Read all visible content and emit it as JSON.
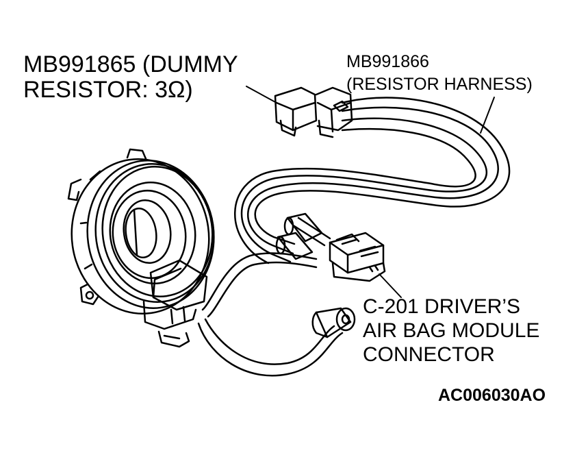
{
  "labels": {
    "dummy_resistor": {
      "line1": "MB991865 (DUMMY",
      "line2": "RESISTOR: 3Ω)"
    },
    "resistor_harness": {
      "line1": "MB991866",
      "line2": "(RESISTOR HARNESS)"
    },
    "connector": {
      "line1": "C-201 DRIVER’S",
      "line2": "AIR BAG MODULE",
      "line3": "CONNECTOR"
    },
    "figure_code": "AC006030AO"
  },
  "colors": {
    "ink": "#000000",
    "paper": "#ffffff"
  }
}
